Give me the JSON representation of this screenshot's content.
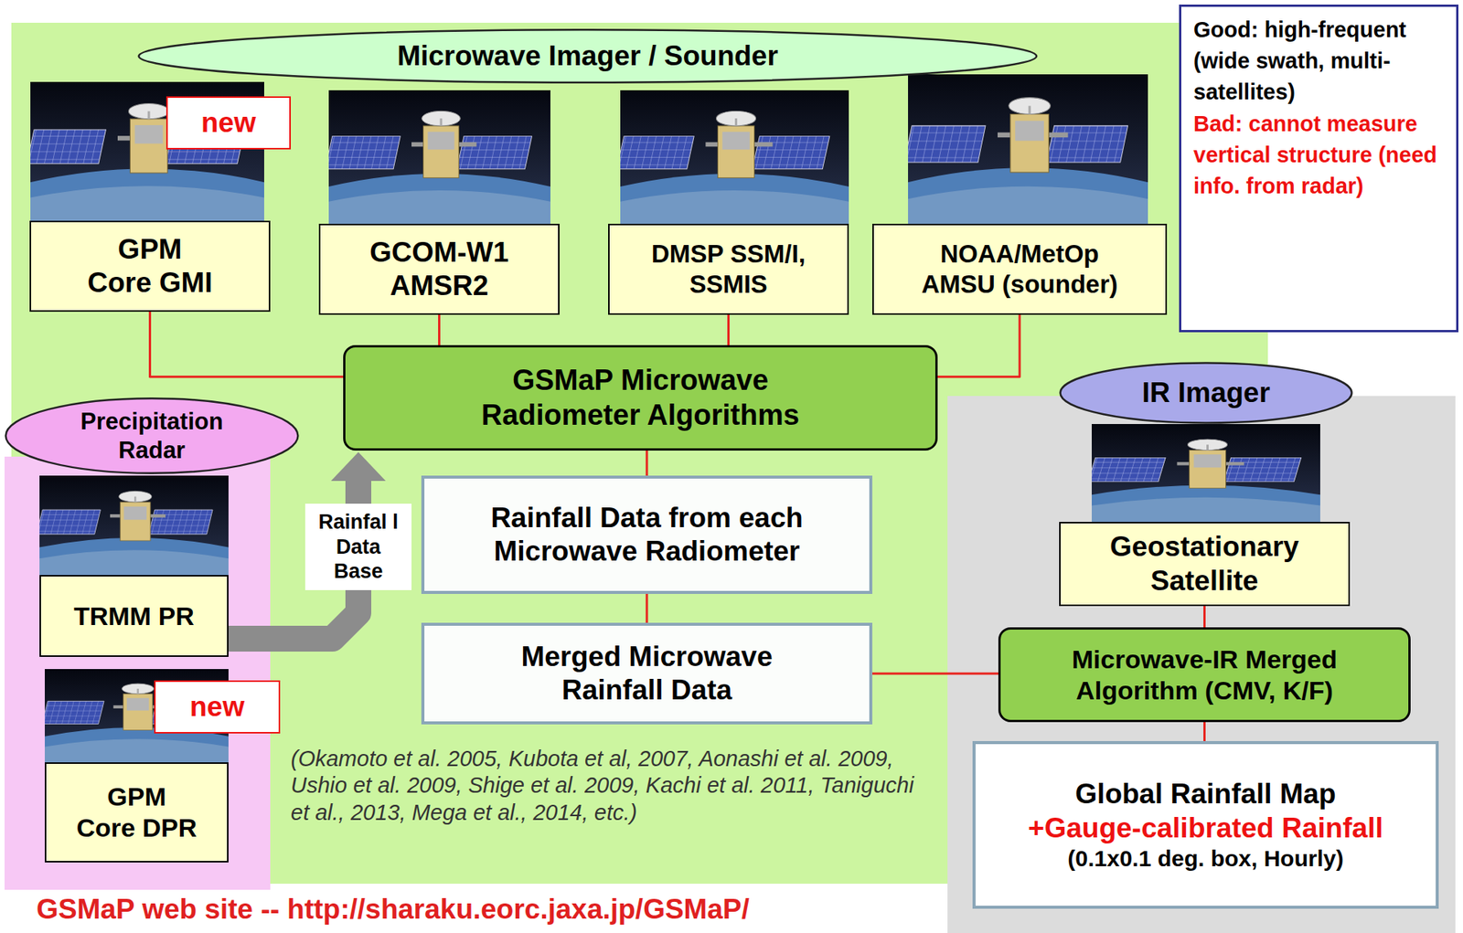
{
  "diagram": {
    "nodes": [
      {
        "text": [
          "Microwave Imager / Sounder"
        ]
      },
      {
        "text": [
          "Good: high-frequent (wide swath, multi-satellites)",
          "Bad: cannot measure vertical structure (need info. from radar)"
        ]
      },
      {
        "text": [
          "new"
        ]
      },
      {
        "text": [
          "GPM Core GMI"
        ]
      },
      {
        "text": [
          "GCOM-W1 AMSR2"
        ]
      },
      {
        "text": [
          "DMSP SSM/I, SSMIS"
        ]
      },
      {
        "text": [
          "NOAA/MetOp AMSU (sounder)"
        ]
      },
      {
        "text": [
          "GSMaP Microwave Radiometer Algorithms"
        ]
      },
      {
        "text": [
          "Precipitation Radar"
        ]
      },
      {
        "text": [
          "IR Imager"
        ]
      },
      {
        "text": [
          "Rainfall Data from each Microwave Radiometer"
        ]
      },
      {
        "text": [
          "TRMM PR"
        ]
      },
      {
        "text": [
          "Geostationary Satellite"
        ]
      },
      {
        "text": [
          "Merged Microwave Rainfall Data"
        ]
      },
      {
        "text": [
          "Microwave-IR Merged Algorithm (CMV, K/F)"
        ]
      },
      {
        "text": [
          "new"
        ]
      },
      {
        "text": [
          "GPM Core DPR"
        ]
      },
      {
        "text": [
          "Global Rainfall Map",
          "+Gauge-calibrated Rainfall",
          "(0.1x0.1 deg. box, Hourly)"
        ]
      }
    ],
    "edges": [
      {
        "from": 3,
        "to": 7,
        "arrow": "none"
      },
      {
        "from": 4,
        "to": 7,
        "arrow": "none"
      },
      {
        "from": 5,
        "to": 7,
        "arrow": "none"
      },
      {
        "from": 6,
        "to": 7,
        "arrow": "none"
      },
      {
        "from": 7,
        "to": 10,
        "arrow": "none"
      },
      {
        "from": 10,
        "to": 13,
        "arrow": "none"
      },
      {
        "from": 13,
        "to": 14,
        "arrow": "none"
      },
      {
        "from": 12,
        "to": 14,
        "arrow": "none"
      },
      {
        "from": 14,
        "to": 17,
        "arrow": "none"
      },
      {
        "from": 11,
        "to": 7,
        "arrow": "to",
        "label": "Rainfal l Data Base"
      }
    ],
    "labels": [
      "(Okamoto et al. 2005, Kubota et al, 2007, Aonashi et al. 2009, Ushio et al. 2009, Shige et al. 2009, Kachi et al. 2011, Taniguchi et al., 2013, Mega et al., 2014, etc.)",
      "GSMaP web site -- http://sharaku.eorc.jaxa.jp/GSMaP/"
    ]
  }
}
